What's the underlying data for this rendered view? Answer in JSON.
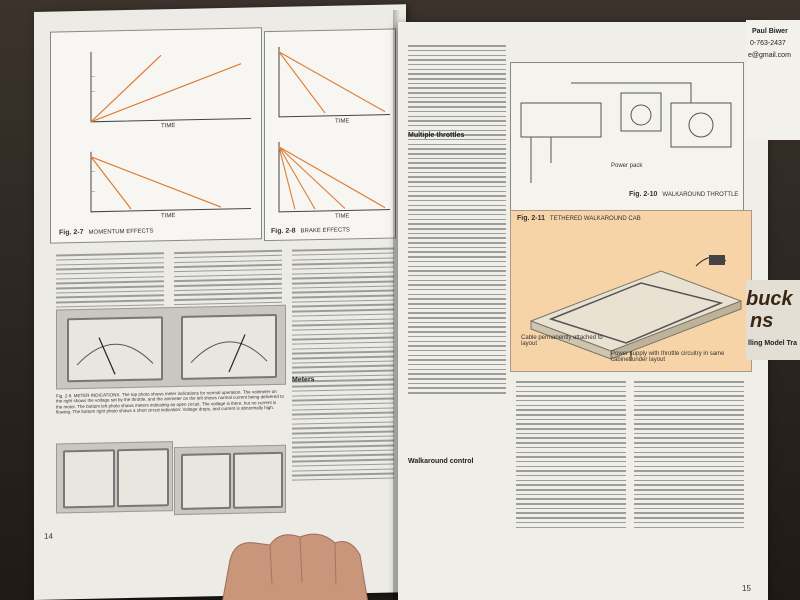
{
  "left_page": {
    "fig_27_label": "Fig. 2-7",
    "fig_27_title": "MOMENTUM EFFECTS",
    "fig_28_label": "Fig. 2-8",
    "fig_28_title": "BRAKE EFFECTS",
    "fig_29_caption": "Fig. 2-9. METER INDICATIONS. The top photo shows meter indications for normal operation. The voltmeter on the right shows the voltage set by the throttle, and the ammeter on the left shows normal current being delivered to the motor. The bottom left photo shows meters indicating an open circuit. The voltage is there, but no current is flowing. The bottom right photo shows a short circuit indication: Voltage drops, and current is abnormally high.",
    "chart_axis_time": "TIME",
    "meters_heading": "Meters",
    "page_number": "14"
  },
  "right_page": {
    "fig_210_label": "Fig. 2-10",
    "fig_210_title": "WALKAROUND THROTTLE",
    "fig_211_label": "Fig. 2-11",
    "fig_211_title": "TETHERED WALKAROUND CAB",
    "label_power_pack": "Power pack",
    "label_cable_perm": "Cable permanently attached to layout",
    "label_power_supply": "Power supply with throttle circuitry in same cabinet under layout",
    "multiple_throttles_heading": "Multiple throttles",
    "walkaround_heading": "Walkaround control",
    "page_number": "15"
  },
  "right_edge": {
    "sticker_line1": "Paul Biwer",
    "sticker_line2": "0-763-2437",
    "sticker_line3": "e@gmail.com",
    "banner_big": "buck",
    "banner_line2": "ns",
    "banner_line3": "lling Model Tra"
  },
  "colors": {
    "page": "#ecebe6",
    "figure_accent": "#e07b33",
    "table": "#2a241f"
  }
}
